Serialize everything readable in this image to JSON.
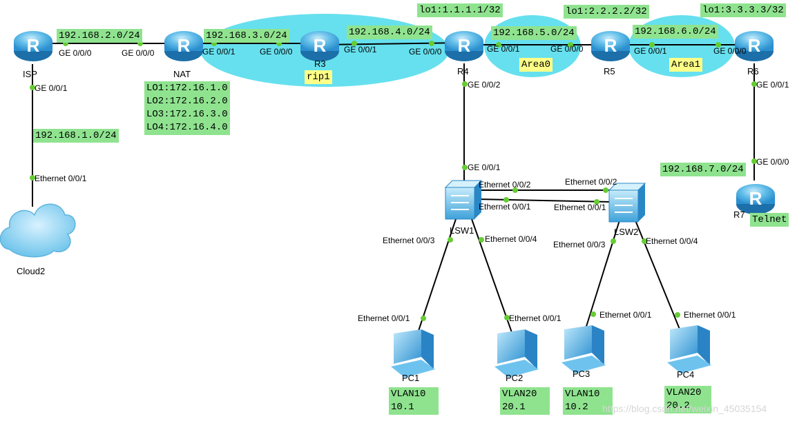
{
  "devices": {
    "isp": "ISP",
    "nat": "NAT",
    "r3": "R3",
    "r4": "R4",
    "r5": "R5",
    "r6": "R6",
    "r7": "R7",
    "lsw1": "LSW1",
    "lsw2": "LSW2",
    "cloud": "Cloud2",
    "pc1": "PC1",
    "pc2": "PC2",
    "pc3": "PC3",
    "pc4": "PC4",
    "router_glyph": "R"
  },
  "nets": {
    "n1": "192.168.1.0/24",
    "n2": "192.168.2.0/24",
    "n3": "192.168.3.0/24",
    "n4": "192.168.4.0/24",
    "n5": "192.168.5.0/24",
    "n6": "192.168.6.0/24",
    "n7": "192.168.7.0/24"
  },
  "loopbacks": {
    "r4": "lo1:1.1.1.1/32",
    "r5": "lo1:2.2.2.2/32",
    "r6": "lo1:3.3.3.3/32",
    "nat": "LO1:172.16.1.0\nLO2:172.16.2.0\nLO3:172.16.3.0\nLO4:172.16.4.0"
  },
  "areas": {
    "rip": "rip1",
    "area0": "Area0",
    "area1": "Area1",
    "telnet": "Telnet"
  },
  "ports": {
    "isp_ge000": "GE 0/0/0",
    "nat_ge000": "GE 0/0/0",
    "nat_ge001": "GE 0/0/1",
    "r3_ge000": "GE 0/0/0",
    "r3_ge001": "GE 0/0/1",
    "r4_ge000": "GE 0/0/0",
    "r4_ge001": "GE 0/0/1",
    "r5_ge000": "GE 0/0/0",
    "r5_ge001": "GE 0/0/1",
    "r6_ge000": "GE 0/0/0",
    "isp_ge001": "GE 0/0/1",
    "r4_ge002": "GE 0/0/2",
    "r6_ge001": "GE 0/0/1",
    "r7_ge000": "GE 0/0/0",
    "cloud_eth": "Ethernet 0/0/1",
    "lsw1_ge001": "GE 0/0/1",
    "lsw1_e002": "Ethernet 0/0/2",
    "lsw2_e002": "Ethernet 0/0/2",
    "lsw1_e001": "Ethernet 0/0/1",
    "lsw2_e001": "Ethernet 0/0/1",
    "lsw1_e003": "Ethernet 0/0/3",
    "lsw1_e004": "Ethernet 0/0/4",
    "lsw2_e003": "Ethernet 0/0/3",
    "lsw2_e004": "Ethernet 0/0/4",
    "pc1_e": "Ethernet 0/0/1",
    "pc2_e": "Ethernet 0/0/1",
    "pc3_e": "Ethernet 0/0/1",
    "pc4_e": "Ethernet 0/0/1"
  },
  "pcs": {
    "pc1": "VLAN10\n10.1",
    "pc2": "VLAN20\n20.1",
    "pc3": "VLAN10\n10.2",
    "pc4": "VLAN20\n20.2"
  },
  "watermark": "https://blog.csdn.net/weixin_45035154",
  "colors": {
    "label_green": "#8fe38f",
    "label_yellow": "#ffff88",
    "area_cyan": "#66e0ee",
    "router_blue": "#3aa0dd",
    "dot_green": "#66cc33"
  }
}
